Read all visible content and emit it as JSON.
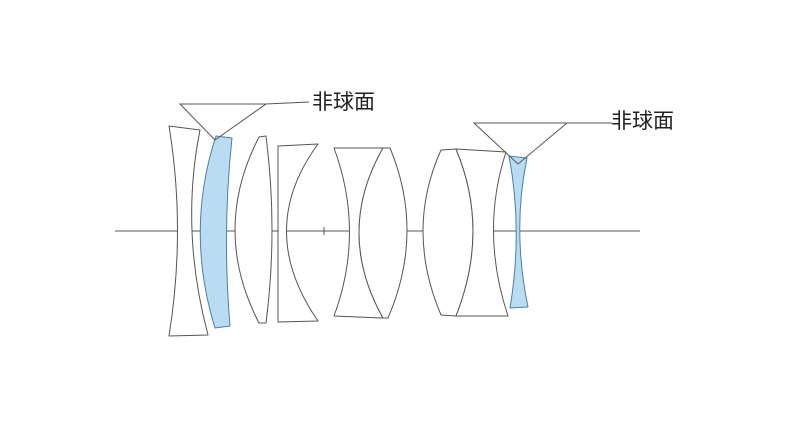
{
  "callouts": {
    "left": "非球面",
    "right": "非球面"
  },
  "colors": {
    "aspheric_fill": "#b9dcf3",
    "aspheric_stroke": "#4a7fa8",
    "line": "#555555"
  },
  "elements": [
    {
      "id": "element-1",
      "aspheric": false
    },
    {
      "id": "element-2",
      "aspheric": true
    },
    {
      "id": "element-3",
      "aspheric": false
    },
    {
      "id": "element-4",
      "aspheric": false
    },
    {
      "id": "element-5",
      "aspheric": false
    },
    {
      "id": "element-6",
      "aspheric": false
    },
    {
      "id": "element-7",
      "aspheric": false
    },
    {
      "id": "element-8",
      "aspheric": false
    },
    {
      "id": "element-9",
      "aspheric": true
    }
  ]
}
